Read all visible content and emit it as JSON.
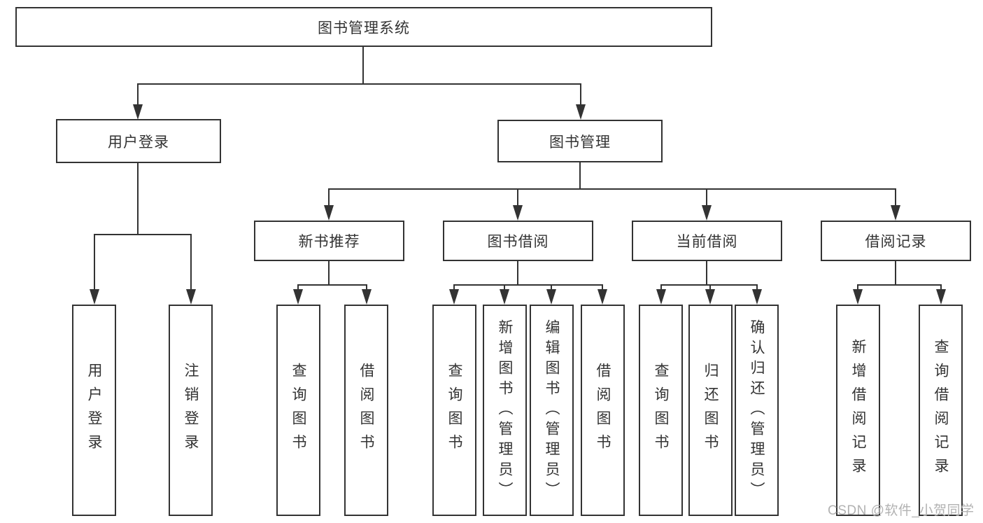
{
  "tree": {
    "root": {
      "label": "图书管理系统"
    },
    "branches": [
      {
        "label": "用户登录",
        "children": [
          {
            "label": "用户登录"
          },
          {
            "label": "注销登录"
          }
        ]
      },
      {
        "label": "图书管理",
        "children": [
          {
            "label": "新书推荐",
            "children": [
              {
                "label": "查询图书"
              },
              {
                "label": "借阅图书"
              }
            ]
          },
          {
            "label": "图书借阅",
            "children": [
              {
                "label": "查询图书"
              },
              {
                "label": "新增图书（管理员）"
              },
              {
                "label": "编辑图书（管理员）"
              },
              {
                "label": "借阅图书"
              }
            ]
          },
          {
            "label": "当前借阅",
            "children": [
              {
                "label": "查询图书"
              },
              {
                "label": "归还图书"
              },
              {
                "label": "确认归还（管理员）"
              }
            ]
          },
          {
            "label": "借阅记录",
            "children": [
              {
                "label": "新增借阅记录"
              },
              {
                "label": "查询借阅记录"
              }
            ]
          }
        ]
      }
    ]
  },
  "watermark": {
    "text": "CSDN @软件_小贺同学"
  },
  "colors": {
    "line": "#333333",
    "text": "#333333",
    "watermark": "#b2b2b2",
    "background": "#ffffff"
  }
}
